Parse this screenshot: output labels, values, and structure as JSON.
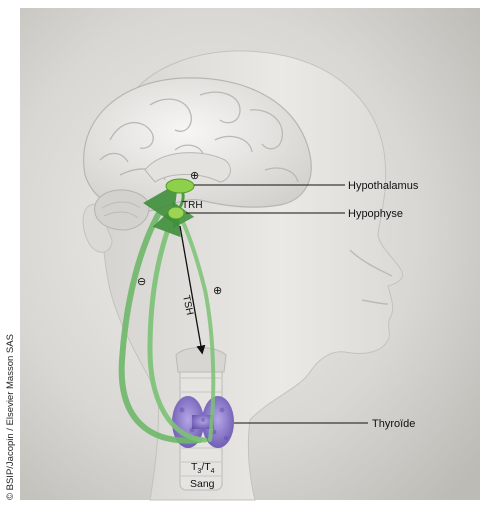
{
  "labels": {
    "hypothalamus": "Hypothalamus",
    "hypophyse": "Hypophyse",
    "thyroide": "Thyroïde",
    "trh": "TRH",
    "tsh": "TSH",
    "t3": "T",
    "t3_sub": "3",
    "slash": "/T",
    "t4_sub": "4",
    "sang": "Sang",
    "plus": "⊕",
    "minus": "⊖"
  },
  "credit": "© BSIP/Jacopin / Elsevier Masson SAS",
  "colors": {
    "arrow_green": "#6fb86a",
    "gland_green": "#8fd04a",
    "thyroid_purple": "#8a78c8",
    "skin": "#e3e1dd",
    "background": "#cfcdc8"
  }
}
